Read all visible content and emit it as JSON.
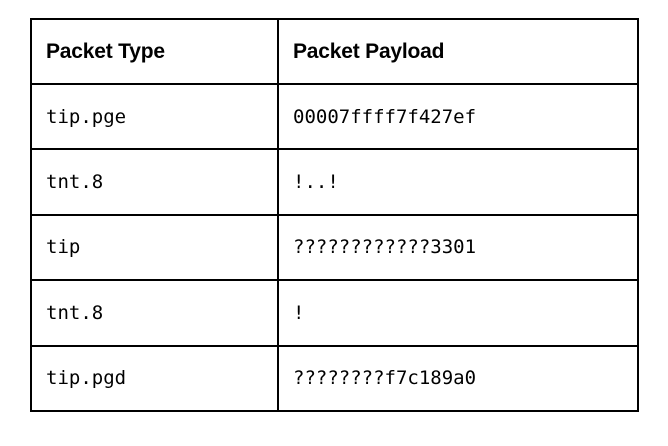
{
  "table": {
    "columns": [
      {
        "key": "packet_type",
        "label": "Packet Type"
      },
      {
        "key": "packet_payload",
        "label": "Packet Payload"
      }
    ],
    "rows": [
      {
        "packet_type": "tip.pge",
        "packet_payload": "00007ffff7f427ef"
      },
      {
        "packet_type": "tnt.8",
        "packet_payload": "!..!"
      },
      {
        "packet_type": "tip",
        "packet_payload": "????????????3301"
      },
      {
        "packet_type": "tnt.8",
        "packet_payload": "!"
      },
      {
        "packet_type": "tip.pgd",
        "packet_payload": "????????f7c189a0"
      }
    ]
  },
  "style": {
    "border_color": "#000000",
    "text_color": "#000000",
    "background_color": "#ffffff"
  }
}
